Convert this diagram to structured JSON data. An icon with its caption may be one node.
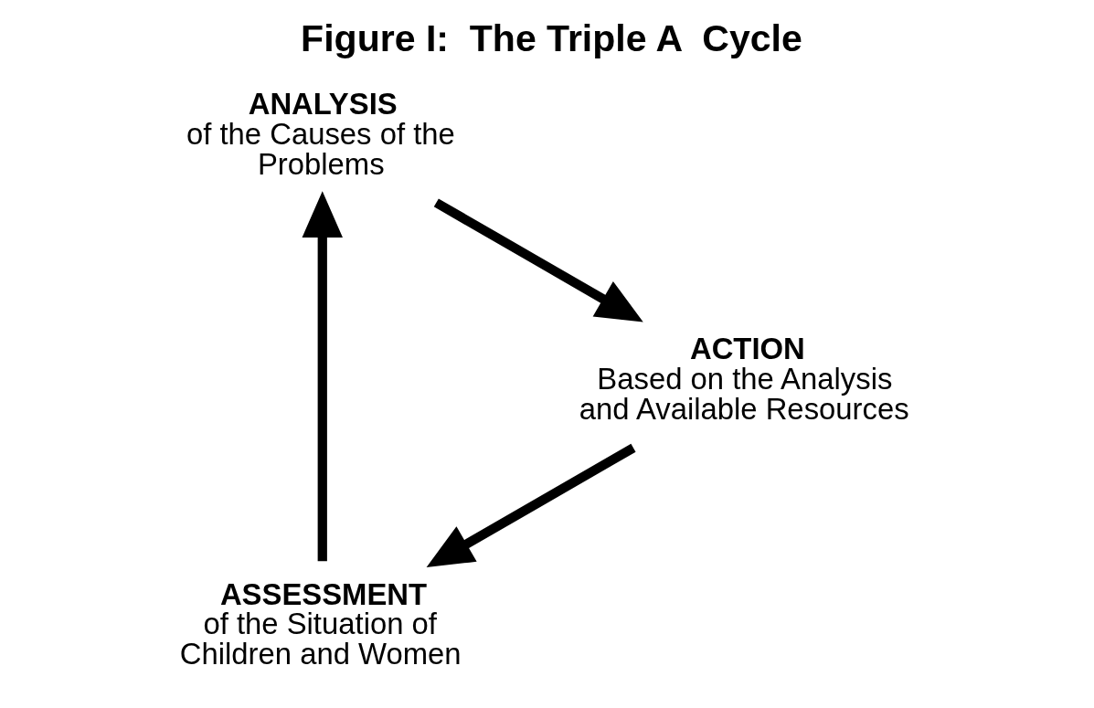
{
  "diagram": {
    "title": "Figure I:  The Triple A  Cycle",
    "nodes": [
      {
        "text": [
          "ASSESSMENT",
          "of the Situation of Children and Women"
        ]
      },
      {
        "text": [
          "ANALYSIS",
          "of the Causes of the Problems"
        ]
      },
      {
        "text": [
          "ACTION",
          "Based on the Analysis and Available Resources"
        ]
      }
    ],
    "edges": [
      {
        "from": 0,
        "to": 1,
        "arrow": "to"
      },
      {
        "from": 1,
        "to": 2,
        "arrow": "to"
      },
      {
        "from": 2,
        "to": 0,
        "arrow": "to"
      }
    ]
  }
}
